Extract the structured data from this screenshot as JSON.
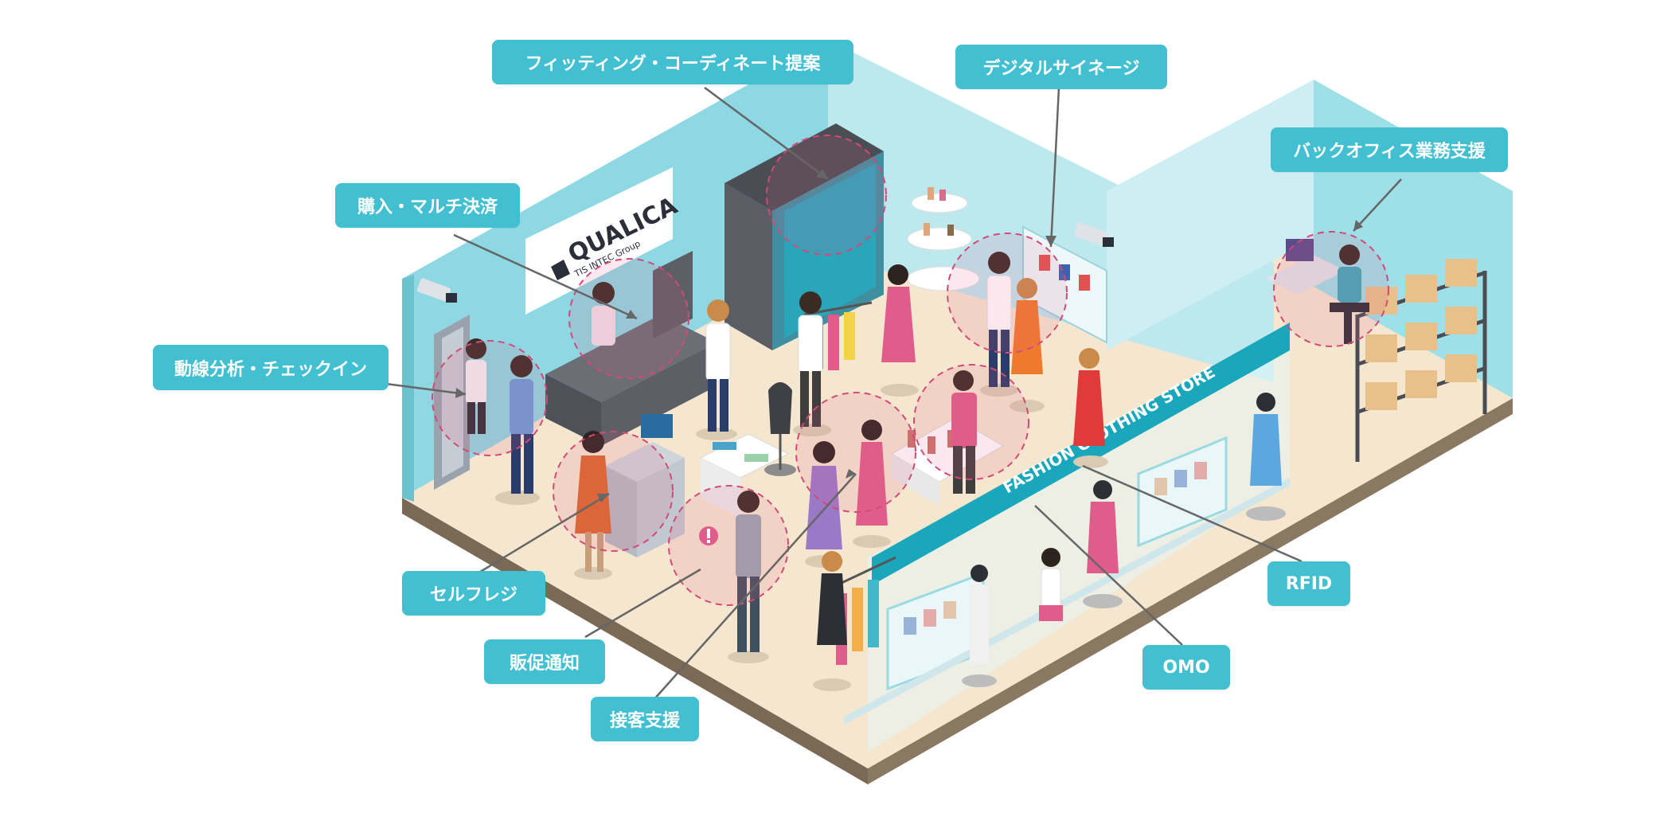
{
  "logo": {
    "name": "QUALICA",
    "sub": "TIS INTEC Group"
  },
  "store_sign": "FASHION CLOTHING STORE",
  "colors": {
    "callout": "#42bfd0",
    "wall": "#8dd8e2",
    "floor": "#f5e6cf",
    "base": "#7a6a55",
    "highlight": "#e05c8a"
  },
  "callouts": {
    "fitting": "フィッティング・コーディネート提案",
    "signage": "デジタルサイネージ",
    "purchase": "購入・マルチ決済",
    "backoffice": "バックオフィス業務支援",
    "flow": "動線分析・チェックイン",
    "selfregi": "セルフレジ",
    "promo": "販促通知",
    "service": "接客支援",
    "omo": "OMO",
    "rfid": "RFID"
  }
}
